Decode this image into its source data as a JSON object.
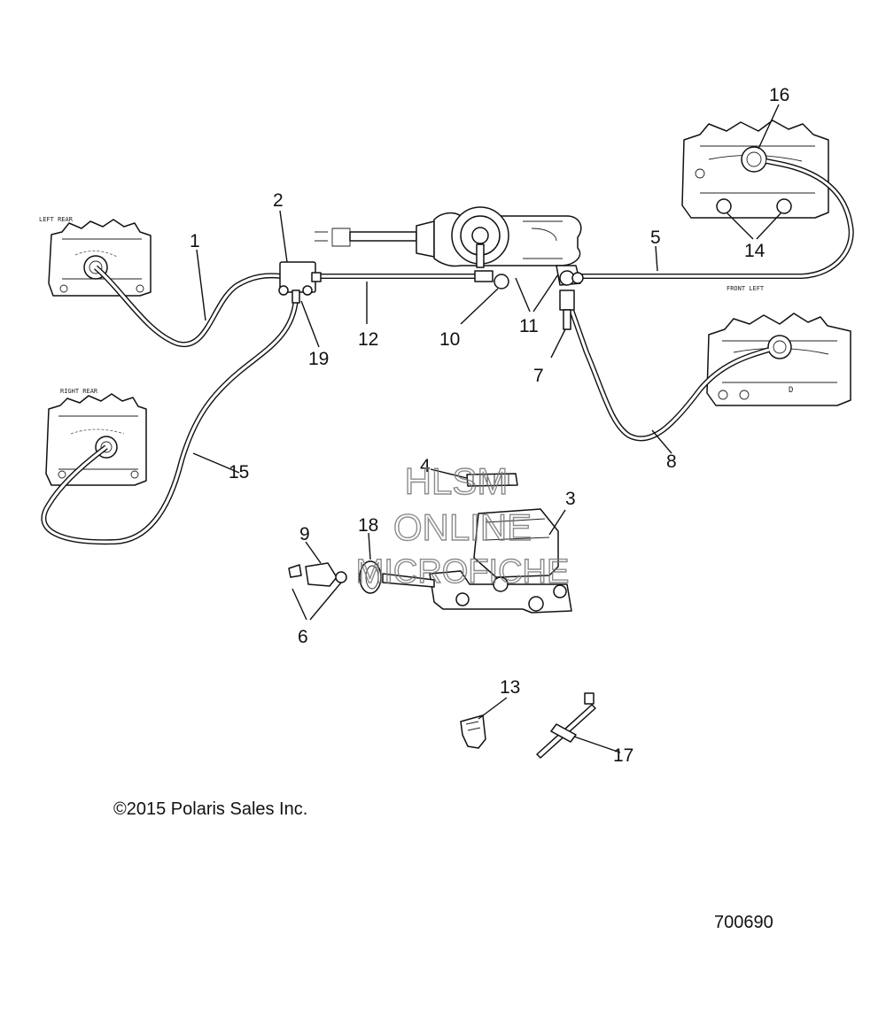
{
  "diagram": {
    "copyright": "©2015 Polaris Sales Inc.",
    "drawing_number": "700690",
    "watermark_lines": [
      "HLSM",
      "ONLINE",
      "MICROFICHE"
    ],
    "labels": {
      "left_rear": "LEFT REAR",
      "right_rear": "RIGHT REAR",
      "front_left": "FRONT LEFT",
      "caliper_mark": "D"
    },
    "callouts": [
      "1",
      "2",
      "3",
      "4",
      "5",
      "6",
      "7",
      "8",
      "9",
      "10",
      "11",
      "12",
      "13",
      "14",
      "15",
      "16",
      "17",
      "18",
      "19"
    ]
  }
}
